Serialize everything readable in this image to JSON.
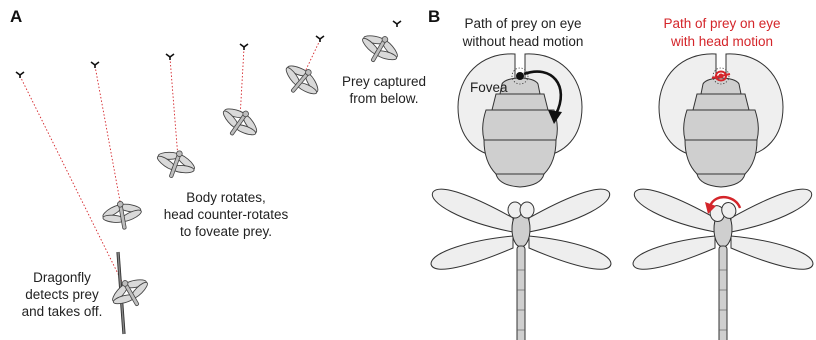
{
  "panels": {
    "a": "A",
    "b": "B"
  },
  "panel_a": {
    "label_takeoff": [
      "Dragonfly",
      "detects prey",
      "and takes off."
    ],
    "label_rotate": [
      "Body rotates,",
      "head counter-rotates",
      "to foveate prey."
    ],
    "label_capture": [
      "Prey captured",
      "from below."
    ]
  },
  "panel_b": {
    "left_title": [
      "Path of prey on eye",
      "without head motion"
    ],
    "right_title": [
      "Path of prey on eye",
      "with head motion"
    ],
    "fovea_label": "Fovea"
  },
  "colors": {
    "accent_red": "#d4252a",
    "wing_fill": "#eeeeee",
    "body_fill": "#cfcfcf",
    "outline": "#333333"
  }
}
